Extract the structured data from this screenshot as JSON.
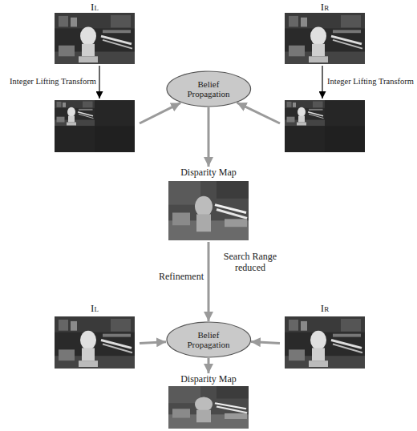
{
  "diagram": {
    "nodes": [
      {
        "text": [
          "IL"
        ]
      },
      {
        "text": [
          "IR"
        ]
      },
      {
        "text": [
          "Belief Propagation"
        ]
      },
      {
        "text": [
          "Disparity Map"
        ]
      },
      {
        "text": [
          "IL"
        ]
      },
      {
        "text": [
          "IR"
        ]
      },
      {
        "text": [
          "Belief Propagation"
        ]
      },
      {
        "text": [
          "Disparity Map"
        ]
      }
    ],
    "edges": [
      {
        "from": 0,
        "to": 2,
        "arrow": "to"
      },
      {
        "from": 1,
        "to": 2,
        "arrow": "to"
      },
      {
        "from": 2,
        "to": 3,
        "arrow": "to"
      },
      {
        "from": 3,
        "to": 6,
        "arrow": "to"
      },
      {
        "from": 4,
        "to": 6,
        "arrow": "to"
      },
      {
        "from": 5,
        "to": 6,
        "arrow": "to"
      },
      {
        "from": 6,
        "to": 7,
        "arrow": "to"
      }
    ],
    "labels": [
      "Integer Lifting Transform",
      "Integer Lifting Transform",
      "Refinement",
      "Search Range reduced"
    ]
  }
}
